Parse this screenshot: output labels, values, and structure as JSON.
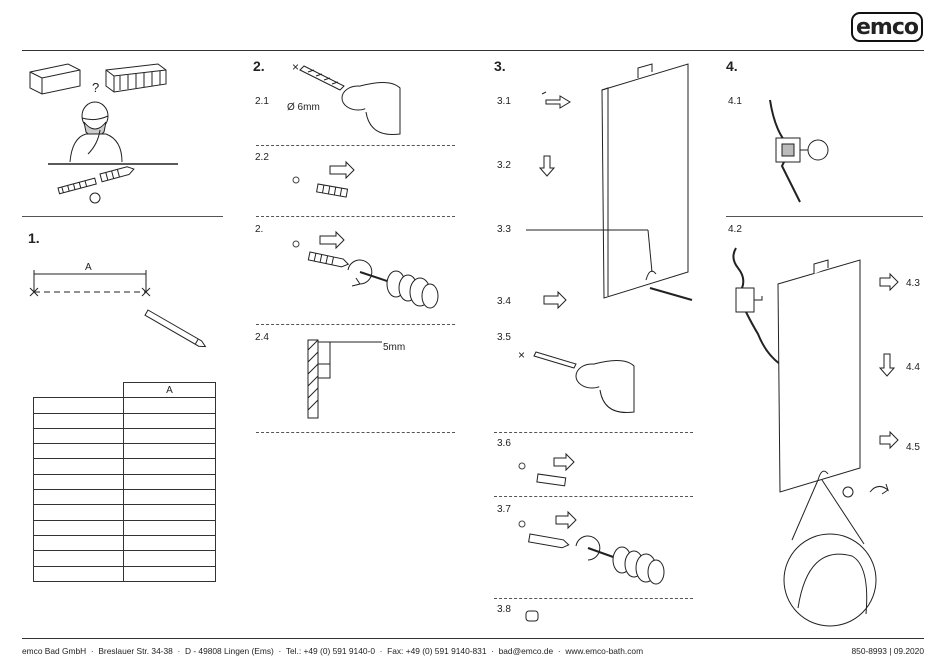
{
  "brand": "emco",
  "steps": {
    "s1": "1.",
    "s2": "2.",
    "s3": "3.",
    "s4": "4."
  },
  "sub": {
    "s2_1": "2.1",
    "s2_2": "2.2",
    "s2_3": "2.",
    "s2_4": "2.4",
    "s3_1": "3.1",
    "s3_2": "3.2",
    "s3_3": "3.3",
    "s3_4": "3.4",
    "s3_5": "3.5",
    "s3_6": "3.6",
    "s3_7": "3.7",
    "s3_8": "3.8",
    "s4_1": "4.1",
    "s4_2": "4.2",
    "s4_3": "4.3",
    "s4_4": "4.4",
    "s4_5": "4.5"
  },
  "dims": {
    "distance": "A",
    "drill_diameter": "Ø 6mm",
    "depth": "5mm",
    "question": "?",
    "x_mark": "×"
  },
  "measure_table": {
    "header": "A",
    "rows": 12
  },
  "footer": {
    "company": "emco Bad GmbH",
    "street": "Breslauer Str. 34-38",
    "city": "D - 49808 Lingen (Ems)",
    "tel": "Tel.: +49 (0) 591 9140-0",
    "fax": "Fax: +49 (0) 591 9140-831",
    "email": "bad@emco.de",
    "web": "www.emco-bath.com",
    "doc_number": "850-8993 | 09.2020"
  }
}
